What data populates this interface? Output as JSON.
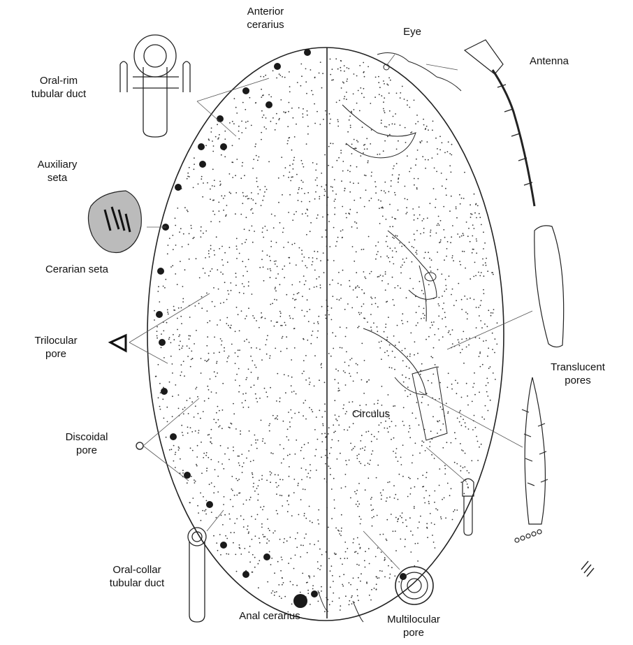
{
  "labels": {
    "anterior_cerarius": [
      "Anterior",
      "cerarius"
    ],
    "eye": "Eye",
    "antenna": "Antenna",
    "oral_rim_tubular_duct": [
      "Oral-rim",
      "tubular duct"
    ],
    "auxiliary_seta": [
      "Auxiliary",
      "seta"
    ],
    "cerarian_seta": "Cerarian seta",
    "trilocular_pore": [
      "Trilocular",
      "pore"
    ],
    "translucent_pores": [
      "Translucent",
      "pores"
    ],
    "circulus": "Circulus",
    "discoidal_pore": [
      "Discoidal",
      "pore"
    ],
    "oral_collar_tubular_duct": [
      "Oral-collar",
      "tubular duct"
    ],
    "anal_cerarius": "Anal cerarius",
    "multilocular_pore": [
      "Multilocular",
      "pore"
    ]
  },
  "colors": {
    "ink": "#222222",
    "paper": "#ffffff"
  }
}
